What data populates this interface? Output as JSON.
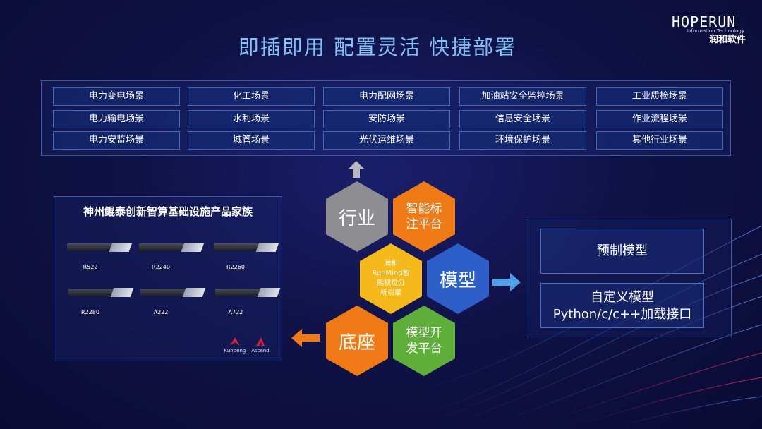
{
  "title": "即插即用 配置灵活 快捷部署",
  "logo": {
    "brand": "HOPERUN",
    "tagline": "Information Technology",
    "cn_name": "润和软件"
  },
  "scenes": [
    [
      "电力变电场景",
      "化工场景",
      "电力配网场景",
      "加油站安全监控场景",
      "工业质检场景"
    ],
    [
      "电力输电场景",
      "水利场景",
      "安防场景",
      "信息安全场景",
      "作业流程场景"
    ],
    [
      "电力安监场景",
      "城管场景",
      "光伏运维场景",
      "环境保护场景",
      "其他行业场景"
    ]
  ],
  "family": {
    "title": "神州鲲泰创新智算基础设施产品家族",
    "servers": [
      "R522",
      "R2240",
      "R2260",
      "R2280",
      "A222",
      "A722"
    ],
    "brands": [
      "Kunpeng",
      "Ascend"
    ]
  },
  "hexagons": {
    "industry": "行业",
    "annotation_line1": "智能标",
    "annotation_line2": "注平台",
    "center_line1": "润和",
    "center_line2": "RunMind智",
    "center_line3": "能视觉分",
    "center_line4": "析引擎",
    "model": "模型",
    "base": "底座",
    "dev_line1": "模型开",
    "dev_line2": "发平台"
  },
  "models": {
    "preset": "预制模型",
    "custom_line1": "自定义模型",
    "custom_line2": "Python/c/c++加载接口"
  },
  "colors": {
    "title": "#7fc0f5",
    "industry_hex": "#8e8e92",
    "orange_hex": "#f07a16",
    "yellow_hex": "#f5b81a",
    "blue_hex": "#2e5fc8",
    "green_hex": "#5fae3a",
    "arrow_orange": "#f07a16",
    "arrow_blue": "#4da0e8",
    "arrow_gray": "#b8b8c0"
  }
}
